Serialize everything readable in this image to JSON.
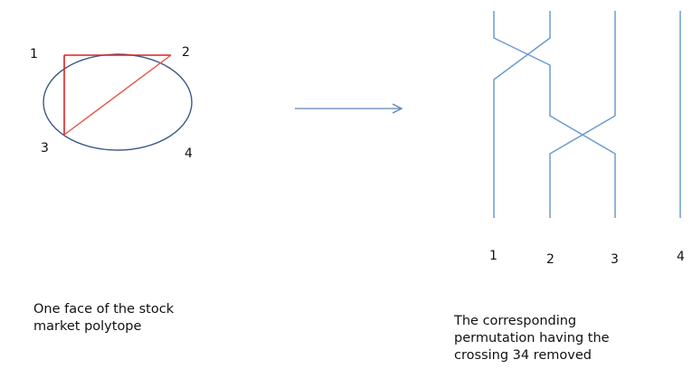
{
  "colors": {
    "circle": "#3d5a8a",
    "triangle_edge": "#e02020",
    "strand": "#6b9bd1",
    "arrow": "#5a84b8"
  },
  "polytope": {
    "vertex_labels": [
      "1",
      "2",
      "3",
      "4"
    ],
    "caption_lines": [
      "One face of the stock",
      "market polytope"
    ]
  },
  "braid": {
    "strand_labels": [
      "1",
      "2",
      "3",
      "4"
    ],
    "caption_lines": [
      "The corresponding",
      "permutation having the",
      "crossing 34 removed"
    ]
  }
}
